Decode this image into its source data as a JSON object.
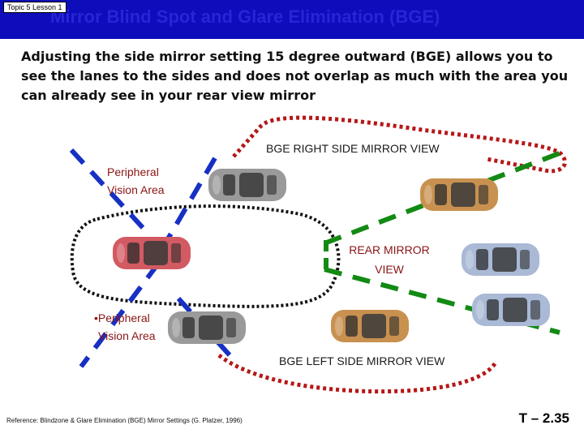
{
  "header": {
    "topic_tag": "Topic 5 Lesson 1",
    "title": "Mirror Blind Spot and Glare Elimination (BGE)"
  },
  "intro_text": "Adjusting the side mirror setting 15 degree outward (BGE) allows you to see the lanes to the sides and does not overlap as much with the area you can already see in your rear view mirror",
  "labels": {
    "bge_right": "BGE RIGHT SIDE MIRROR VIEW",
    "peripheral_upper_line1": "Peripheral",
    "peripheral_upper_line2": "Vision Area",
    "rear_line1": "REAR MIRROR",
    "rear_line2": "VIEW",
    "peripheral_lower_line1": "•Peripheral",
    "peripheral_lower_line2": "Vision Area",
    "bge_left": "BGE LEFT SIDE MIRROR VIEW"
  },
  "footer": {
    "reference": "Reference: Blindzone & Glare Elimination (BGE) Mirror Settings (G. Platzer, 1996)",
    "slide_number": "T – 2.35"
  },
  "colors": {
    "header_blue": "#0d0dbb",
    "title_blue": "#2626d6",
    "bge_red": "#b51717",
    "rear_green": "#138a13",
    "peripheral_blue": "#1730c4",
    "driver_zone": "#111111",
    "car_gray": "#9a9a9a",
    "car_gold": "#c8914f",
    "car_blue": "#a9b9d6",
    "car_red": "#d25a62"
  },
  "icons": {
    "car": "car-topdown-icon"
  }
}
